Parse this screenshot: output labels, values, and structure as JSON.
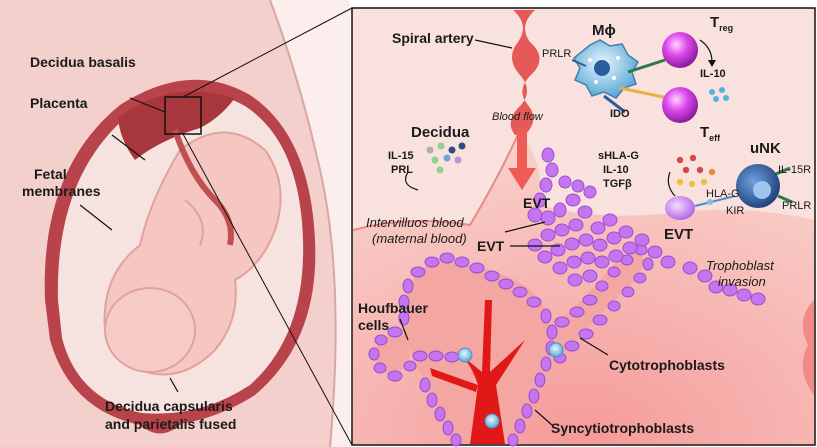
{
  "left_panel": {
    "labels": {
      "decidua_basalis": "Decidua basalis",
      "placenta": "Placenta",
      "fetal_membranes_1": "Fetal",
      "fetal_membranes_2": "membranes",
      "decidua_capsularis_1": "Decidua capsularis",
      "decidua_capsularis_2": "and parietalis fused"
    }
  },
  "right_panel": {
    "labels": {
      "spiral_artery": "Spiral artery",
      "blood_flow": "Blood flow",
      "decidua": "Decidua",
      "il15": "IL-15",
      "prl": "PRL",
      "intervilluos_1": "Intervilluos blood",
      "intervilluos_2": "(maternal blood)",
      "evt_left": "EVT",
      "evt_right": "EVT",
      "trophoblast_1": "Trophoblast",
      "trophoblast_2": "invasion",
      "houfbauer_1": "Houfbauer",
      "houfbauer_2": "cells",
      "cytotrophoblasts": "Cytotrophoblasts",
      "syncytiotrophoblasts": "Syncytiotrophoblasts",
      "prlr_macro": "PRLR",
      "macrophage": "Mϕ",
      "ido": "IDO",
      "treg_main": "T",
      "treg_sub": "reg",
      "il10_treg": "IL-10",
      "teff_main": "T",
      "teff_sub": "eff",
      "shlag": "sHLA-G",
      "il10_evt": "IL-10",
      "tgfb": "TGFβ",
      "hlag": "HLA-G",
      "kir": "KIR",
      "unk": "uNK",
      "il15r": "IL-15R",
      "prlr_unk": "PRLR"
    }
  },
  "colors": {
    "uterus_pink": "#f3cfcb",
    "placenta_red": "#b23a3c",
    "panel_bg": "#f9e3de",
    "blood_pink": "#f7b9b5",
    "trophoblast_purple": "#c476f0",
    "macrophage_blue": "#6fb2d8",
    "tcell_magenta": "#d23be0",
    "unk_blue": "#2b5d9e",
    "arrow_red": "#e8504b"
  }
}
